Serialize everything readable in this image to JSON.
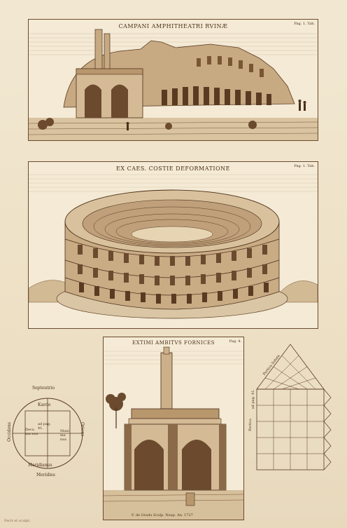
{
  "panel_top": {
    "title": "CAMPANI AMPHITHEATRI RVINÆ",
    "plate_no": "Pag. 1. Tab."
  },
  "panel_middle": {
    "title": "EX CAES. COSTIE DEFORMATIONE",
    "plate_no": "Pag. 1. Tab."
  },
  "panel_bottom": {
    "title": "EXTIMI AMBITVS FORNICES",
    "plate_no": "Pag. 4.",
    "signature": "F. de Gradu Sculp. Neap. An. 1727"
  },
  "compass": {
    "north": "Septentrio",
    "south": "Meridies",
    "east": "Oriens",
    "west": "Occidens",
    "kardo": "Kardo",
    "meridianus": "Meridianus",
    "decumanus_left": "Decu ma nus",
    "decumanus_right": "Mani ma nus",
    "ref": "ad pag. 41."
  },
  "grid": {
    "label_side": "Pertica",
    "ref": "ad pag. 41.",
    "label_top": "Pertica Soluta"
  },
  "corner_note": "Fecit et sculpt."
}
